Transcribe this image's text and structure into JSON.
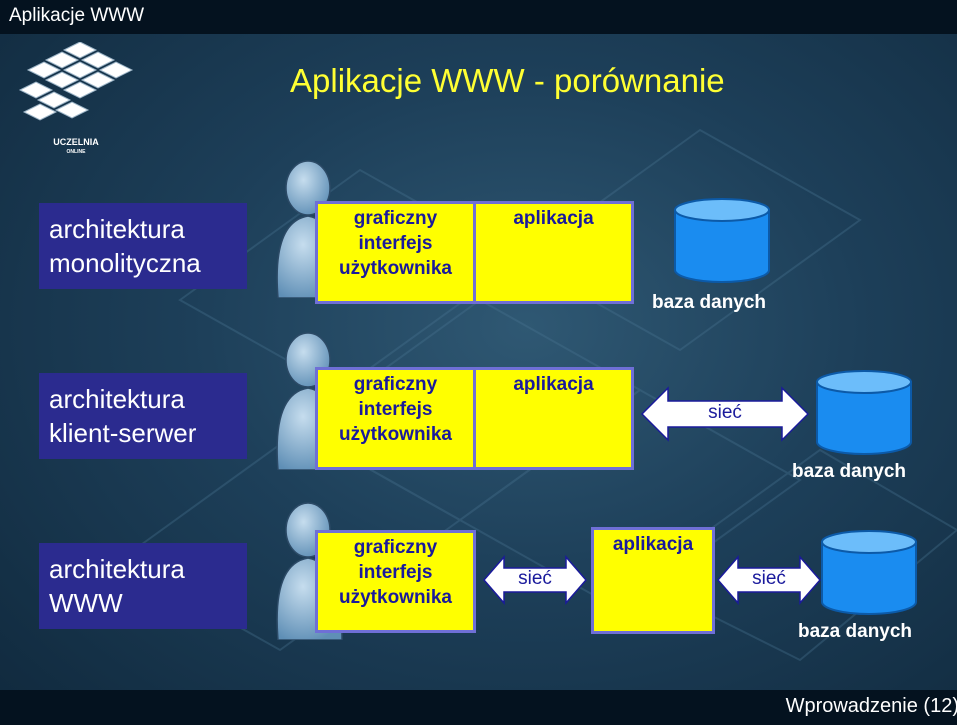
{
  "header": {
    "title": "Aplikacje WWW"
  },
  "footer": {
    "text": "Wprowadzenie (12)"
  },
  "logo": {
    "caption": "UCZELNIA",
    "subcaption": "ONLINE"
  },
  "slide": {
    "title": "Aplikacje WWW - porównanie"
  },
  "rows": [
    {
      "arch_label": [
        "architektura",
        "monolityczna"
      ],
      "gui_label": [
        "graficzny",
        "interfejs",
        "użytkownika"
      ],
      "app_label": "aplikacja",
      "db_label": "baza danych"
    },
    {
      "arch_label": [
        "architektura",
        "klient-serwer"
      ],
      "gui_label": [
        "graficzny",
        "interfejs",
        "użytkownika"
      ],
      "app_label": "aplikacja",
      "net_label": "sieć",
      "db_label": "baza danych"
    },
    {
      "arch_label": [
        "architektura",
        "WWW"
      ],
      "gui_label": [
        "graficzny",
        "interfejs",
        "użytkownika"
      ],
      "net_label_1": "sieć",
      "app_label": "aplikacja",
      "net_label_2": "sieć",
      "db_label": "baza danych"
    }
  ],
  "colors": {
    "title_yellow": "#ffff33",
    "box_yellow": "#ffff00",
    "box_border": "#6f6fd6",
    "box_text": "#1a1a9c",
    "label_bg": "#2b2b8f",
    "database": "#1a8cf0"
  },
  "icons": {
    "person": "user-icon",
    "database": "database-icon",
    "arrow": "double-arrow-icon"
  }
}
